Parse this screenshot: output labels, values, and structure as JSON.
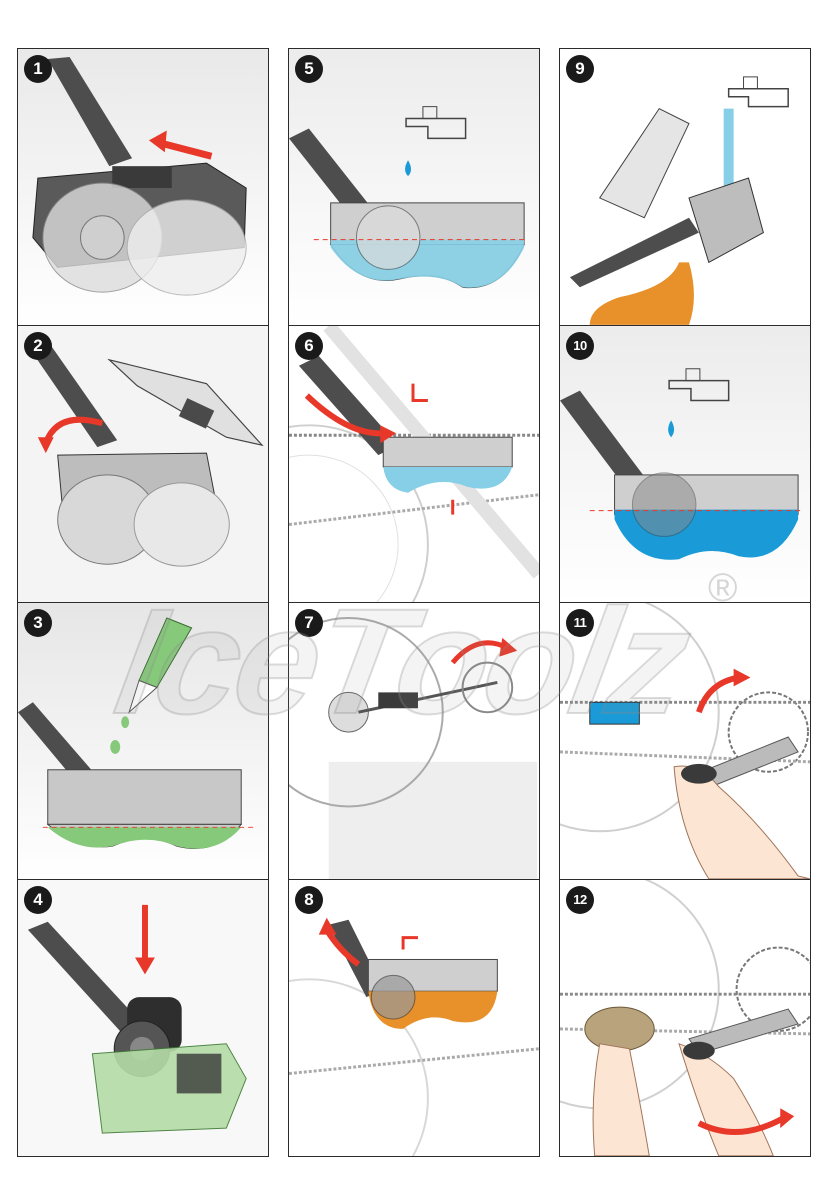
{
  "document": {
    "steps": [
      {
        "number": "1"
      },
      {
        "number": "2"
      },
      {
        "number": "3"
      },
      {
        "number": "4"
      },
      {
        "number": "5"
      },
      {
        "number": "6"
      },
      {
        "number": "7"
      },
      {
        "number": "8"
      },
      {
        "number": "9"
      },
      {
        "number": "10"
      },
      {
        "number": "11"
      },
      {
        "number": "12"
      }
    ],
    "watermark": {
      "brand": "IceToolz",
      "registered_mark": "®"
    }
  },
  "colors": {
    "arrow": "#e8382a",
    "degreaser": "#86c97a",
    "water_light": "#86cfe6",
    "water_dark": "#1a9ad6",
    "dirty_oil": "#e8902a",
    "tool_body": "#4d4d4d"
  }
}
